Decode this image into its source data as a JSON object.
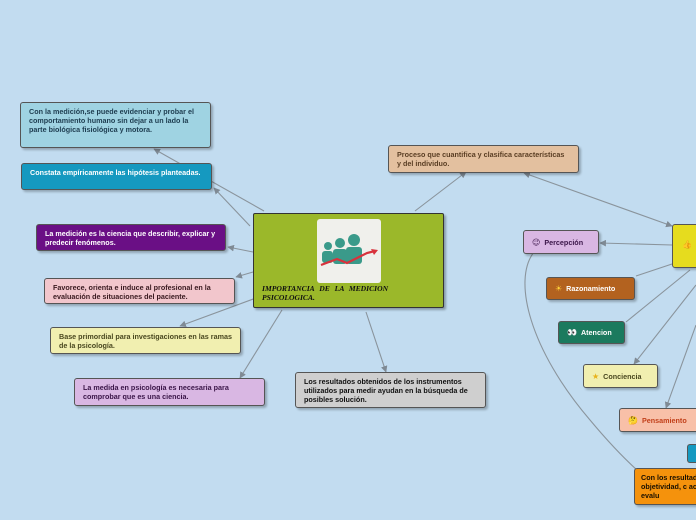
{
  "central": {
    "title": "IMPORTANCIA DE LA MEDICION PSICOLOGICA.",
    "image_icon": "people-growth-chart-icon"
  },
  "left_nodes": [
    "Con la medición,se puede evidenciar y probar el comportamiento humano sin dejar a un lado la parte biológica fisiológica y motora.",
    "Constata empíricamente las hipótesis planteadas.",
    "La medición es la ciencia que describir, explicar y predecir fenómenos.",
    "Favorece, orienta e induce al profesional en la evaluación de situaciones del paciente.",
    "Base primordial para investigaciones en las ramas de la psicología.",
    "La medida en psicología es necesaria para comprobar que es una ciencia."
  ],
  "top_node": "Proceso que cuantifica y clasifica características y del individuo.",
  "bottom_node": "Los resultados obtenidos de los instrumentos utilizados para medir ayudan en la búsqueda de posibles solución.",
  "right_items": [
    {
      "label": "Percepción",
      "icon": "smiley-face-icon",
      "glyph": "😉"
    },
    {
      "label": "Razonamiento",
      "icon": "sun-icon",
      "glyph": "☀"
    },
    {
      "label": "Atencion",
      "icon": "eyes-icon",
      "glyph": "👀"
    },
    {
      "label": "Conciencia",
      "icon": "star-icon",
      "glyph": "★"
    },
    {
      "label": "Pensamiento",
      "icon": "thinking-face-icon",
      "glyph": "🤔"
    }
  ],
  "right_hub_icon": "thumbs-up-icon",
  "right_hub_glyph": "👍",
  "bottom_right_node": "Con los resultados, objetividad, c acertada evalu",
  "colors": {
    "background": "#c2dcf0",
    "central": "#9bb82a",
    "hub": "#e6dc1e"
  }
}
